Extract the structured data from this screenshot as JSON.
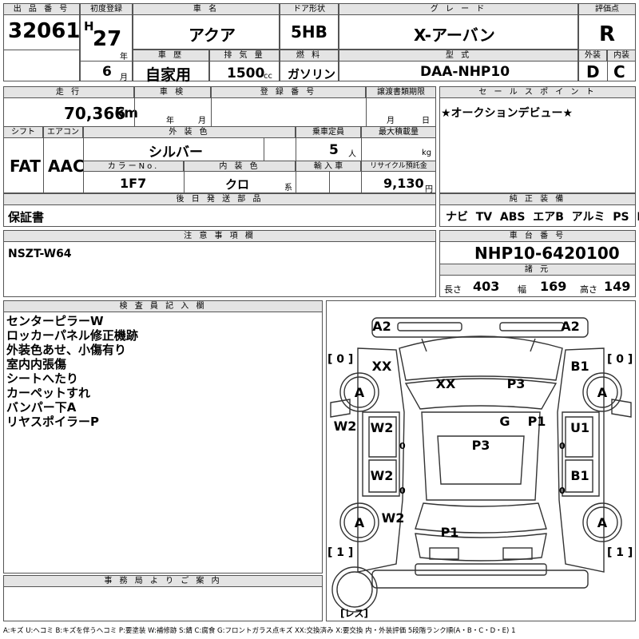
{
  "header": {
    "lot_label": "出 品 番 号",
    "lot": "32061",
    "first_reg_label": "初度登録",
    "era": "H",
    "year": "27",
    "year_unit": "年",
    "month": "6",
    "month_unit": "月",
    "car_name_label": "車 名",
    "car_name": "アクア",
    "door_label": "ドア形状",
    "door": "5HB",
    "grade_label": "グ レ ー ド",
    "grade": "X-アーバン",
    "score_label": "評価点",
    "score": "R",
    "history_label": "車 歴",
    "history": "自家用",
    "displacement_label": "排 気 量",
    "displacement": "1500",
    "displacement_unit": "cc",
    "fuel_label": "燃 料",
    "fuel": "ガソリン",
    "model_label": "型 式",
    "model": "DAA-NHP10",
    "exterior_label": "外装",
    "exterior": "D",
    "interior_label": "内装",
    "interior": "C"
  },
  "row2": {
    "mileage_label": "走 行",
    "mileage": "70,366",
    "mileage_unit": "km",
    "inspection_label": "車 検",
    "insp_year_unit": "年",
    "insp_month_unit": "月",
    "reg_no_label": "登 録 番 号",
    "transfer_label": "譲渡書類期限",
    "transfer_month_unit": "月",
    "transfer_day_unit": "日",
    "shift_label": "シフト",
    "shift": "FAT",
    "ac_label": "エアコン",
    "ac": "AAC",
    "ext_color_label": "外 装 色",
    "ext_color": "シルバー",
    "capacity_label": "乗車定員",
    "capacity": "5",
    "capacity_unit": "人",
    "load_label": "最大積載量",
    "load_unit": "kg",
    "color_no_label": "カラーNo.",
    "color_no": "1F7",
    "int_color_label": "内 装 色",
    "int_color": "クロ",
    "int_color_unit": "系",
    "import_label": "輸 入 車",
    "recycle_label": "リサイクル預託金",
    "recycle": "9,130",
    "recycle_unit": "円",
    "sales_point_label": "セ ー ル ス ポ イ ン ト",
    "sales_point": "★オークションデビュー★"
  },
  "parts": {
    "label": "後 日 発 送 部 品",
    "value": "保証書"
  },
  "equipment": {
    "label": "純 正 装 備",
    "items": [
      "ナビ",
      "TV",
      "ABS",
      "エアB",
      "アルミ",
      "PS",
      "PW"
    ]
  },
  "notes": {
    "label": "注 意 事 項 欄",
    "value": "NSZT-W64"
  },
  "chassis": {
    "label": "車 台 番 号",
    "value": "NHP10-6420100",
    "dims_label": "諸 元",
    "length_label": "長さ",
    "length": "403",
    "width_label": "幅",
    "width": "169",
    "height_label": "高さ",
    "height": "149"
  },
  "inspector": {
    "label": "検 査 員 記 入 欄",
    "lines": [
      "センターピラーW",
      "ロッカーパネル修正機跡",
      "外装色あせ、小傷有り",
      "室内内張傷",
      "シートへたり",
      "カーペットすれ",
      "バンパー下A",
      "リヤスポイラーP"
    ]
  },
  "office": {
    "label": "事 務 局 よ り ご 案 内"
  },
  "diagram": {
    "marks": [
      "A2",
      "A2",
      "XX",
      "B1",
      "XX",
      "P3",
      "A",
      "A",
      "W2",
      "W2",
      "G",
      "P1",
      "U1",
      "P3",
      "W2",
      "B1",
      "A",
      "A",
      "W2",
      "P1"
    ],
    "tire_counts": [
      "[ 0 ]",
      "[ 0 ]",
      "[ 1 ]",
      "[ 1 ]"
    ],
    "small_zeros": [
      "0",
      "0",
      "0",
      "0"
    ],
    "spare_label": "[レス]"
  },
  "legend": "A:キズ U:ヘコミ B:キズを伴うヘコミ P:要塗装 W:補修跡 S:錆 C:腐食 G:フロントガラス点キズ XX:交換済み X:要交換 内・外装評価 5段階ランク順(A・B・C・D・E) 1"
}
